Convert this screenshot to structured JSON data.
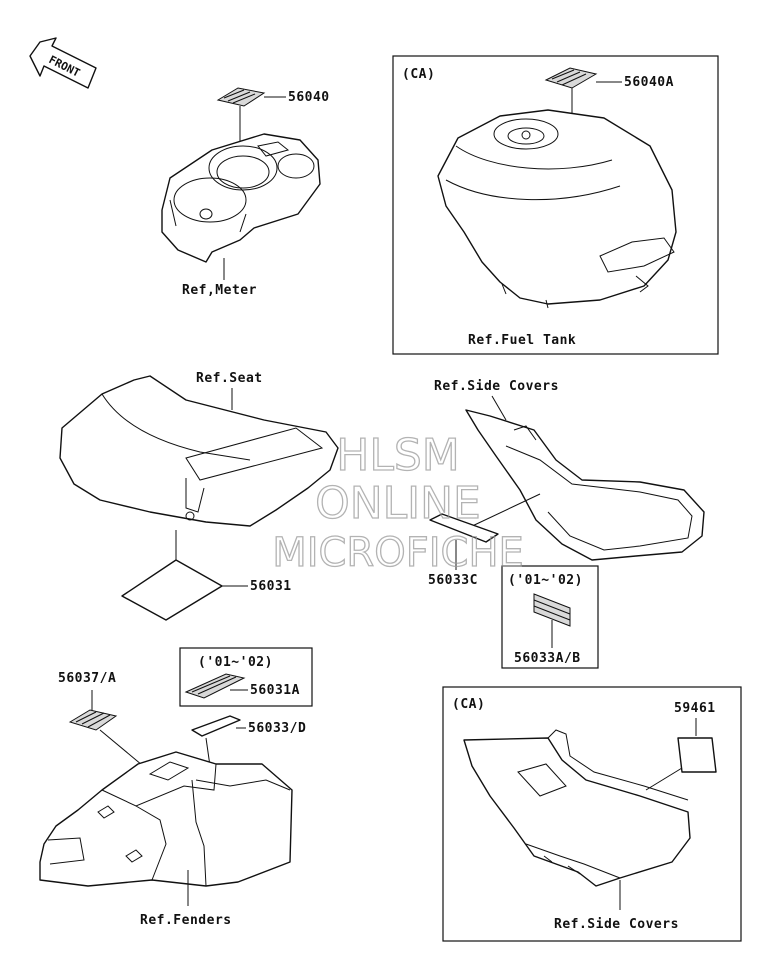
{
  "front_indicator": "FRONT",
  "groups": {
    "meter": {
      "part": "56040",
      "ref": "Ref,Meter"
    },
    "fuel_tank": {
      "variant": "(CA)",
      "part": "56040A",
      "ref": "Ref.Fuel Tank"
    },
    "seat": {
      "ref": "Ref.Seat",
      "part": "56031"
    },
    "side_covers_upper": {
      "ref": "Ref.Side Covers",
      "part": "56033C",
      "variant": "('01~'02)",
      "variant_part": "56033A/B"
    },
    "fenders": {
      "part_a": "56037/A",
      "variant": "('01~'02)",
      "variant_part": "56031A",
      "part_d": "56033/D",
      "ref": "Ref.Fenders"
    },
    "side_covers_lower": {
      "variant": "(CA)",
      "part": "59461",
      "ref": "Ref.Side Covers"
    }
  },
  "watermark": {
    "line1": "HLSM",
    "line2": "ONLINE",
    "line3": "MICROFICHE"
  },
  "colors": {
    "line": "#111111",
    "watermark": "#9a9a9a",
    "background": "#ffffff"
  }
}
